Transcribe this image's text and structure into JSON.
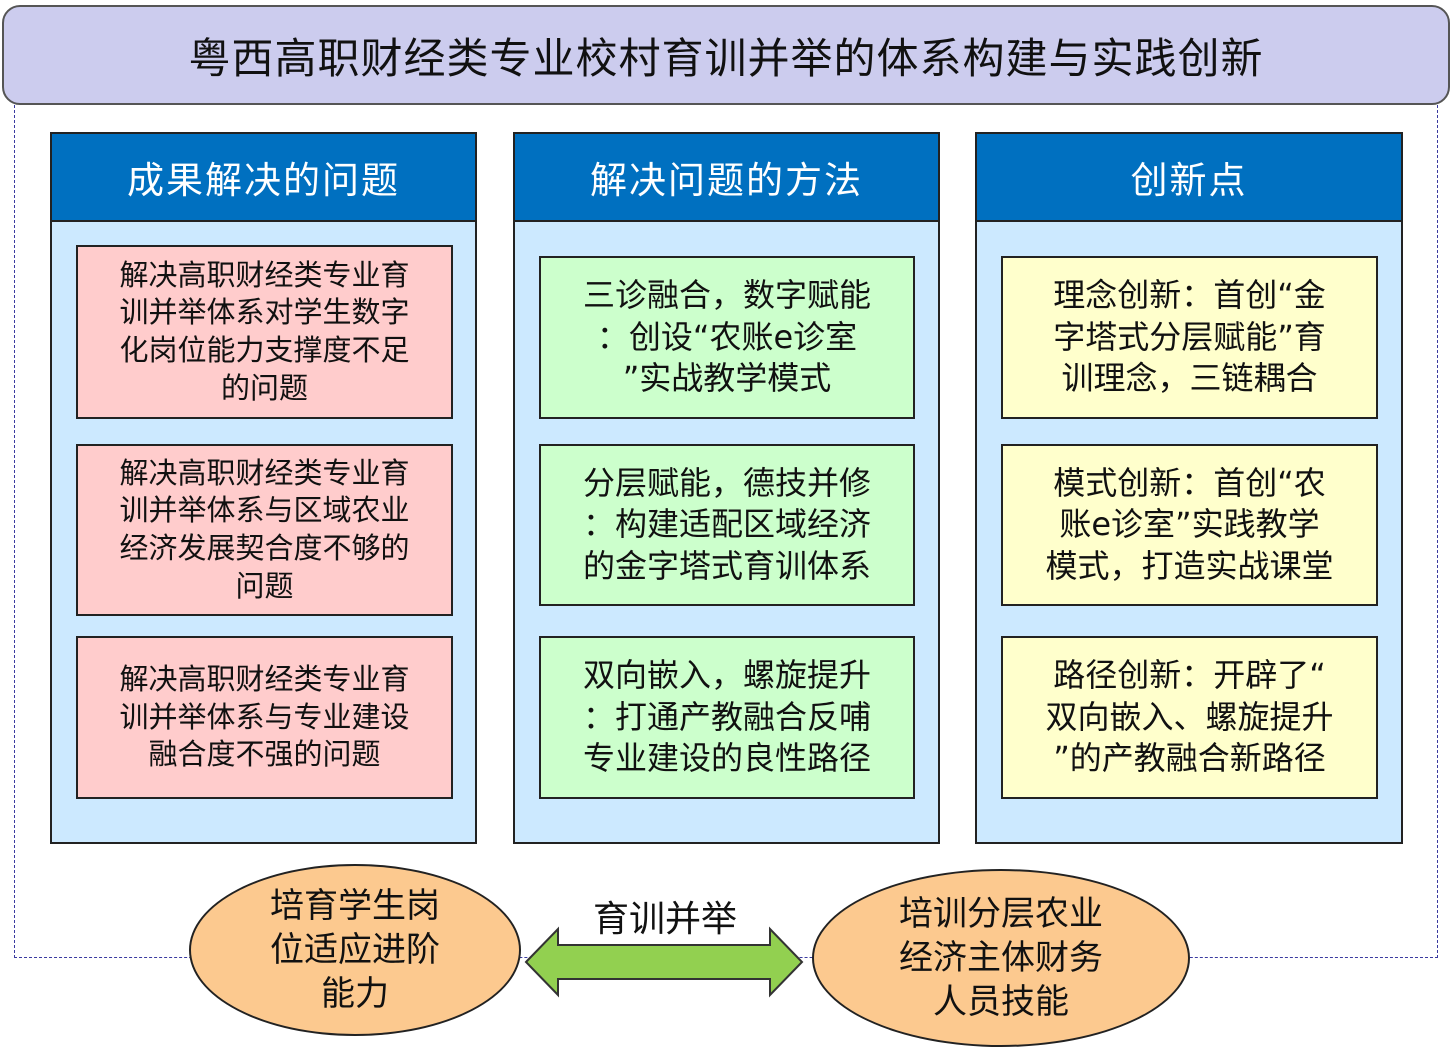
{
  "title": "粤西高职财经类专业校村育训并举的体系构建与实践创新",
  "columns": [
    {
      "header": "成果解决的问题",
      "color": "#ffcccc",
      "items": [
        {
          "lines": [
            "解决高职财经类专业育",
            "训并举体系对学生数字",
            "化岗位能力支撑度不足",
            "的问题"
          ]
        },
        {
          "lines": [
            "解决高职财经类专业育",
            "训并举体系与区域农业",
            "经济发展契合度不够的",
            "问题"
          ]
        },
        {
          "lines": [
            "解决高职财经类专业育",
            "训并举体系与专业建设",
            "融合度不强的问题"
          ]
        }
      ]
    },
    {
      "header": "解决问题的方法",
      "color": "#ccffcc",
      "items": [
        {
          "lines": [
            "三诊融合，数字赋能",
            "：创设“农账e诊室",
            "”实战教学模式"
          ]
        },
        {
          "lines": [
            "分层赋能，德技并修",
            "：构建适配区域经济",
            "的金字塔式育训体系"
          ]
        },
        {
          "lines": [
            "双向嵌入，螺旋提升",
            "：打通产教融合反哺",
            "专业建设的良性路径"
          ]
        }
      ]
    },
    {
      "header": "创新点",
      "color": "#ffffcc",
      "items": [
        {
          "lines": [
            "理念创新：首创“金",
            "字塔式分层赋能”育",
            "训理念，三链耦合"
          ]
        },
        {
          "lines": [
            "模式创新：首创“农",
            "账e诊室”实践教学",
            "模式，打造实战课堂"
          ]
        },
        {
          "lines": [
            "路径创新：开辟了“",
            "双向嵌入、螺旋提升",
            "”的产教融合新路径"
          ]
        }
      ]
    }
  ],
  "left_ellipse": {
    "lines": [
      "培育学生岗",
      "位适应进阶",
      "能力"
    ]
  },
  "right_ellipse": {
    "lines": [
      "培训分层农业",
      "经济主体财务",
      "人员技能"
    ]
  },
  "arrow_label": "育训并举",
  "colors": {
    "header": "#0070c0",
    "column_bg": "#cce9ff",
    "title_bg": "#ccccee",
    "ellipse": "#fcc98f",
    "arrow": "#92d050"
  }
}
